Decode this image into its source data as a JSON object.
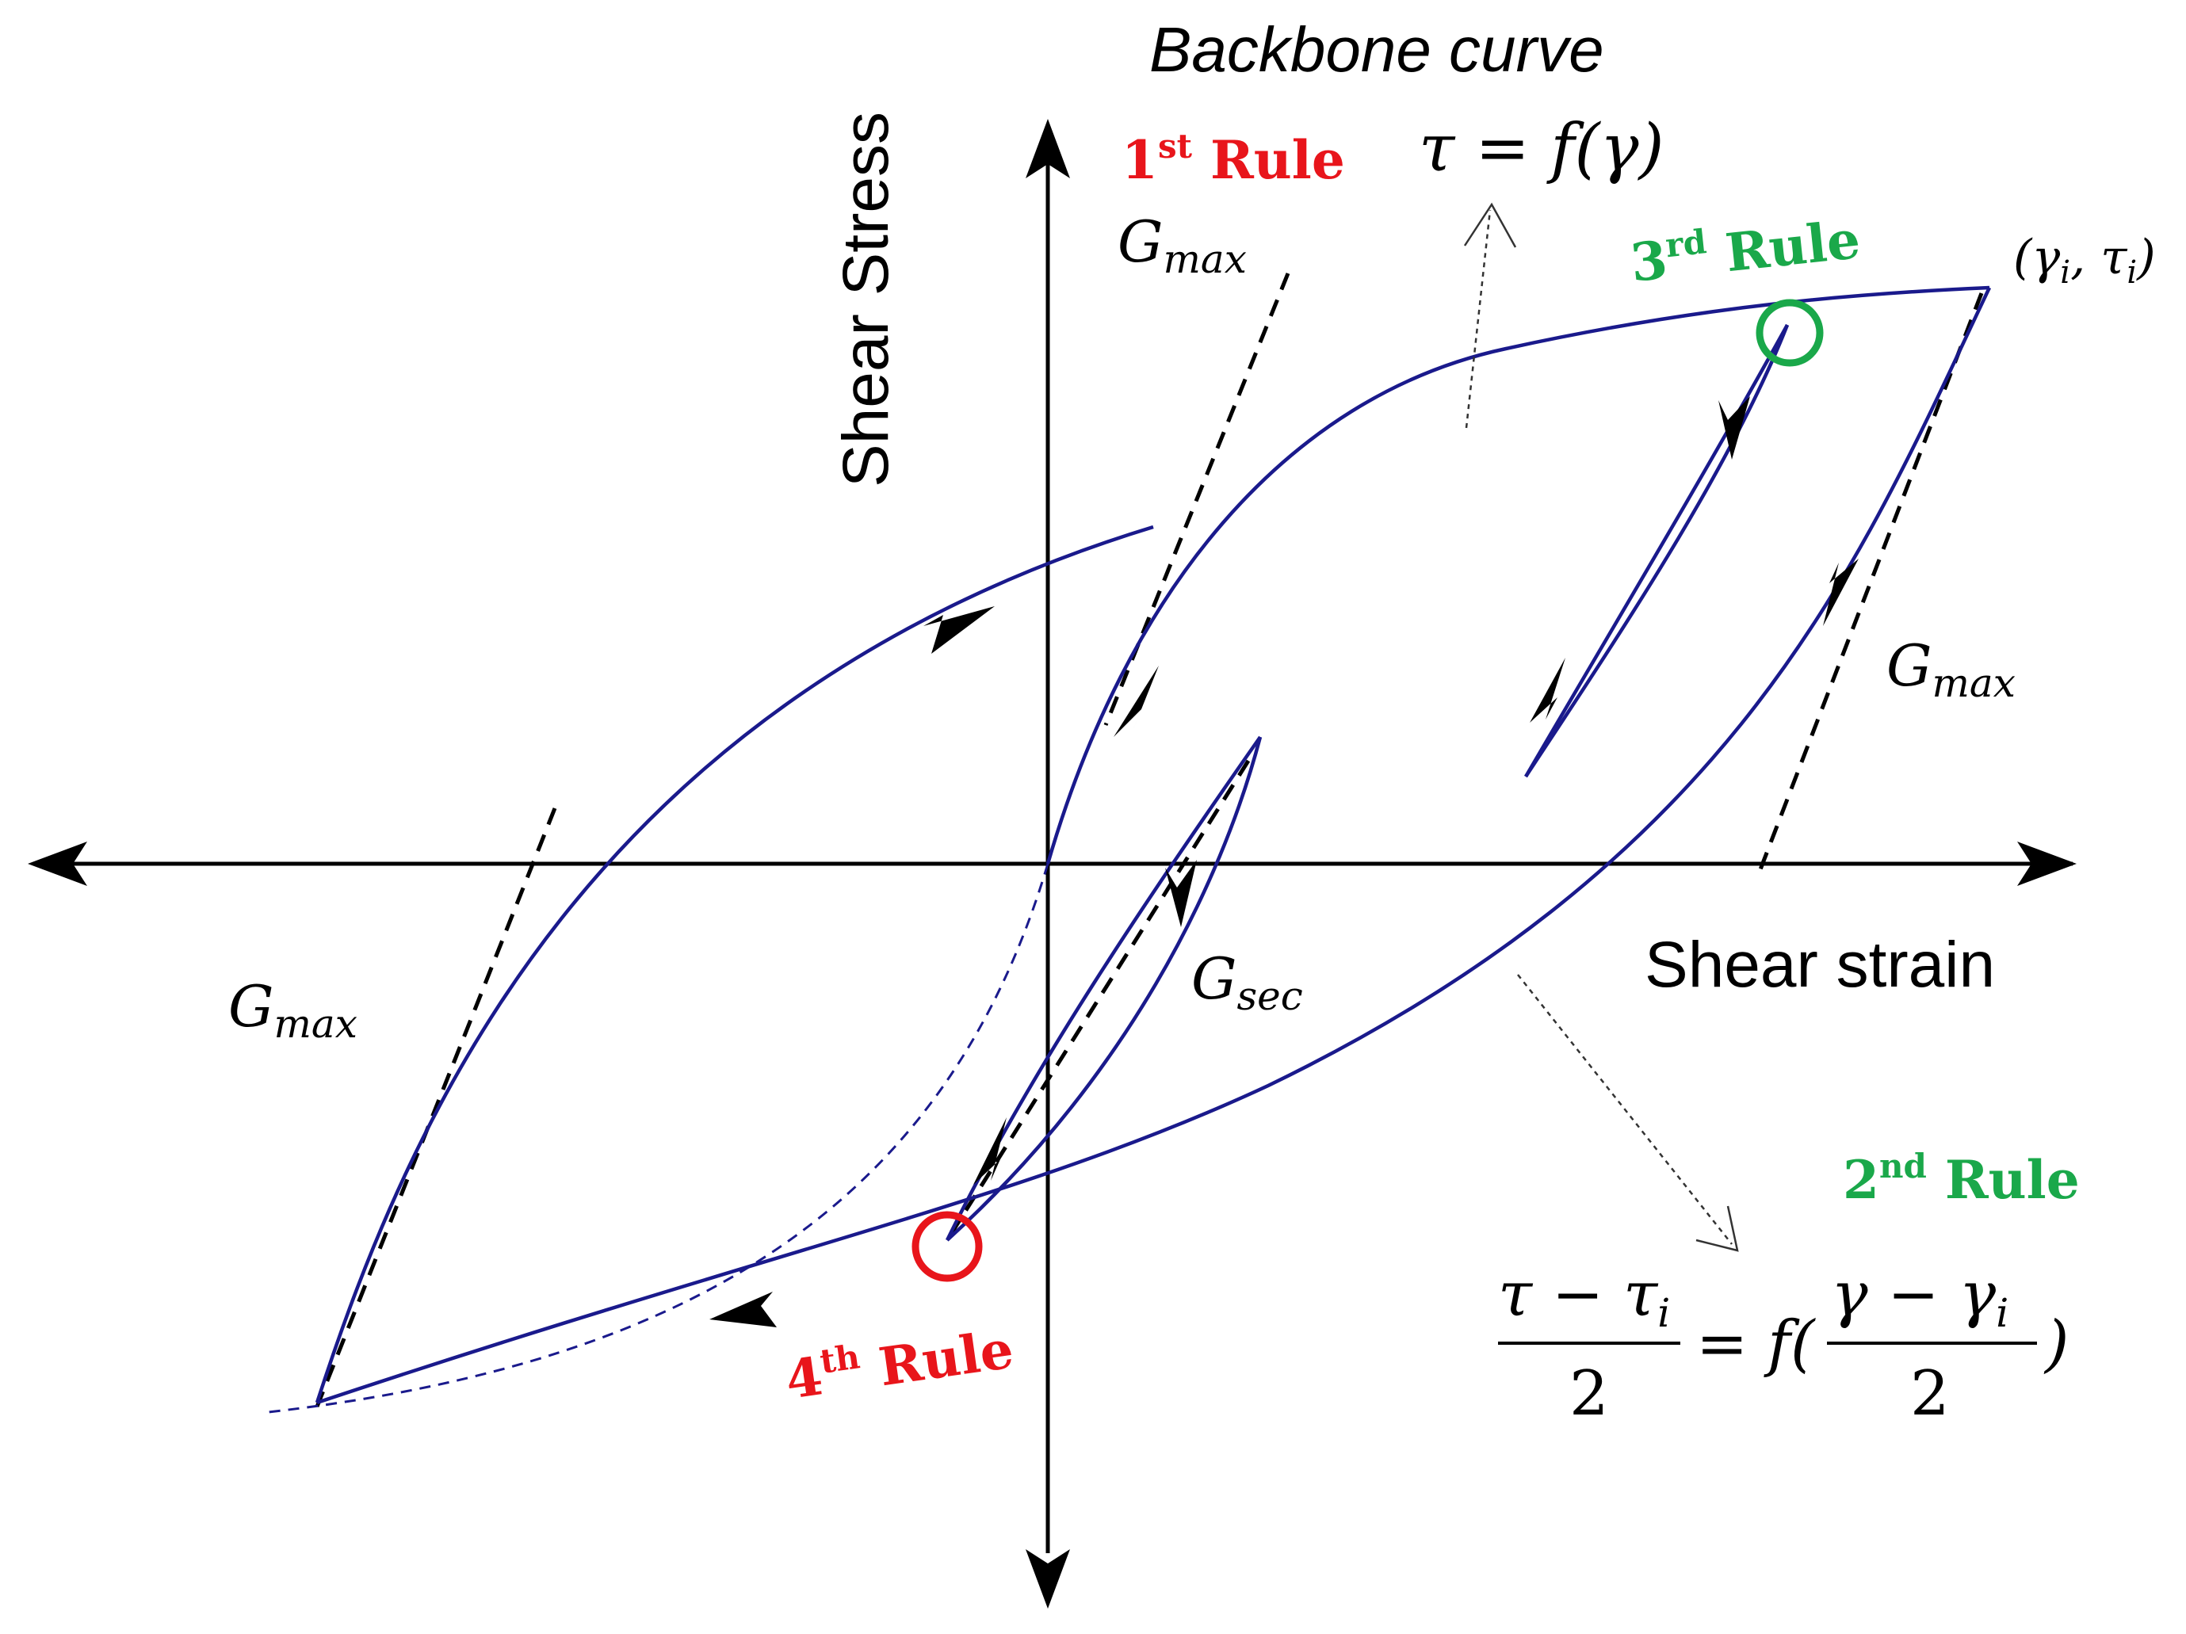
{
  "colors": {
    "curve": "#1a1a8c",
    "axis": "#000000",
    "rule_red": "#e8151b",
    "rule_green": "#1aa84a"
  },
  "labels": {
    "backbone_title": "Backbone curve",
    "backbone_eq": "τ = f(γ)",
    "y_axis": "Shear Stress",
    "x_axis": "Shear strain",
    "point_label": "(γ",
    "point_label_sub_i": "i",
    "point_label_mid": ", τ",
    "point_label_end": ")",
    "gmax_main": "max",
    "gsec_main": "sec",
    "g_letter": "G"
  },
  "rules": {
    "rule1_num": "1",
    "rule1_sup": "st",
    "rule1_word": " Rule",
    "rule2_num": "2",
    "rule2_sup": "nd",
    "rule2_word": " Rule",
    "rule3_num": "3",
    "rule3_sup": "rd",
    "rule3_word": " Rule",
    "rule4_num": "4",
    "rule4_sup": "th",
    "rule4_word": " Rule"
  },
  "formula": {
    "num_left": "τ − τ",
    "num_left_sub": "i",
    "den_left": "2",
    "equals": "= f(",
    "num_right": "γ − γ",
    "num_right_sub": "i",
    "den_right": "2",
    "close": ")"
  }
}
